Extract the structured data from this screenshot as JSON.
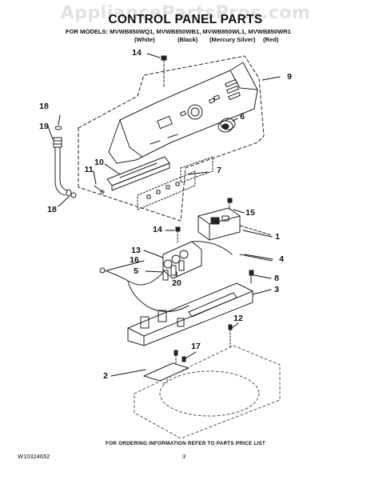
{
  "watermark": "AppliancePartsPros.com",
  "title": "CONTROL PANEL PARTS",
  "models_line": "FOR MODELS: MVWB850WQ1, MVWB850WB1, MVWB850WL1, MVWB850WR1",
  "colors": [
    "(White)",
    "(Black)",
    "(Mercury Silver)",
    "(Red)"
  ],
  "callouts": [
    {
      "id": "14a",
      "label": "14"
    },
    {
      "id": "9",
      "label": "9"
    },
    {
      "id": "18a",
      "label": "18"
    },
    {
      "id": "19",
      "label": "19"
    },
    {
      "id": "6",
      "label": "6"
    },
    {
      "id": "10",
      "label": "10"
    },
    {
      "id": "11",
      "label": "11"
    },
    {
      "id": "7",
      "label": "7"
    },
    {
      "id": "18b",
      "label": "18"
    },
    {
      "id": "15",
      "label": "15"
    },
    {
      "id": "14b",
      "label": "14"
    },
    {
      "id": "1",
      "label": "1"
    },
    {
      "id": "13",
      "label": "13"
    },
    {
      "id": "16",
      "label": "16"
    },
    {
      "id": "4",
      "label": "4"
    },
    {
      "id": "5",
      "label": "5"
    },
    {
      "id": "20",
      "label": "20"
    },
    {
      "id": "8",
      "label": "8"
    },
    {
      "id": "3",
      "label": "3"
    },
    {
      "id": "12",
      "label": "12"
    },
    {
      "id": "17",
      "label": "17"
    },
    {
      "id": "2",
      "label": "2"
    }
  ],
  "footer_note": "FOR ORDERING INFORMATION REFER TO PARTS PRICE LIST",
  "doc_number": "W10324652",
  "page_number": "3"
}
